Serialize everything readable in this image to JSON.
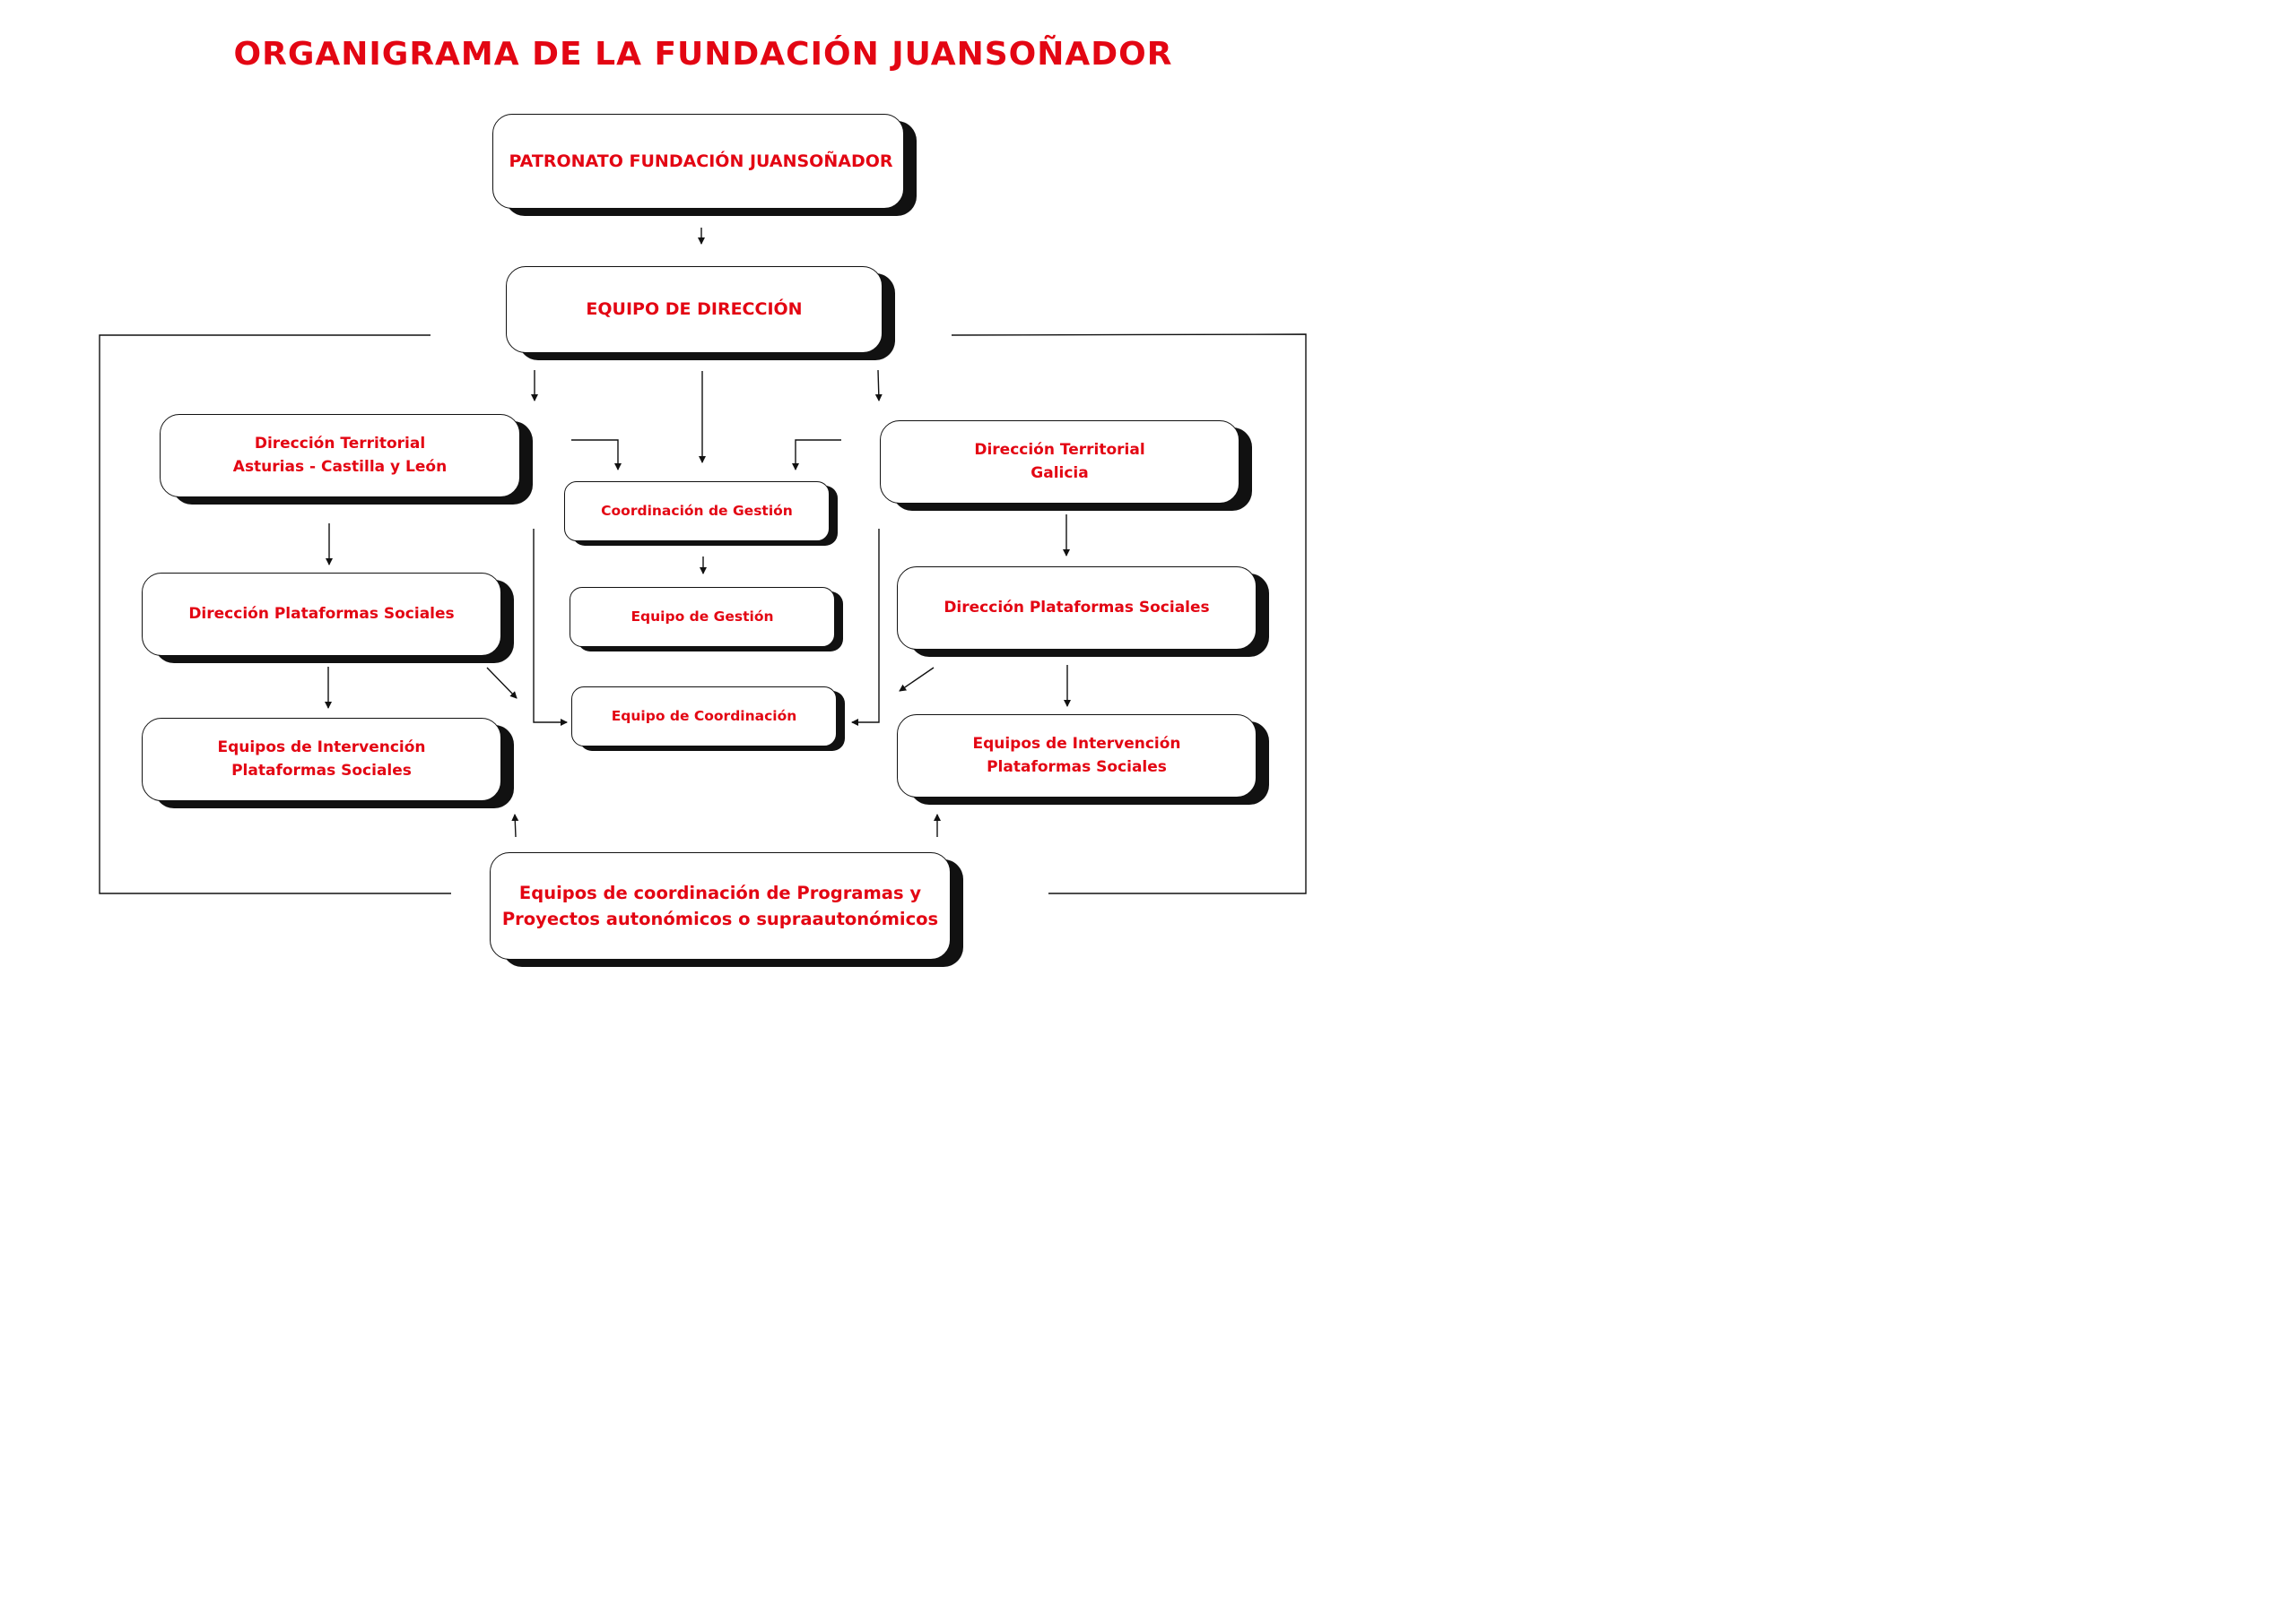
{
  "title": "ORGANIGRAMA DE LA FUNDACIÓN JUANSOÑADOR",
  "colors": {
    "accent": "#e30613",
    "line": "#111111",
    "background": "#ffffff"
  },
  "nodes": {
    "patronato": "PATRONATO FUNDACIÓN JUANSOÑADOR",
    "equipo_direccion": "EQUIPO DE DIRECCIÓN",
    "dt_asturias": "Dirección Territorial\nAsturias - Castilla y León",
    "dt_galicia": "Dirección Territorial\nGalicia",
    "coordinacion_gestion": "Coordinación de Gestión",
    "equipo_gestion": "Equipo de Gestión",
    "equipo_coordinacion": "Equipo de Coordinación",
    "dps_left": "Dirección Plataformas Sociales",
    "dps_right": "Dirección Plataformas Sociales",
    "eips_left": "Equipos de Intervención\nPlataformas Sociales",
    "eips_right": "Equipos de Intervención\nPlataformas Sociales",
    "equipos_programas": "Equipos de coordinación de Programas y\nProyectos autonómicos o supraautonómicos"
  }
}
